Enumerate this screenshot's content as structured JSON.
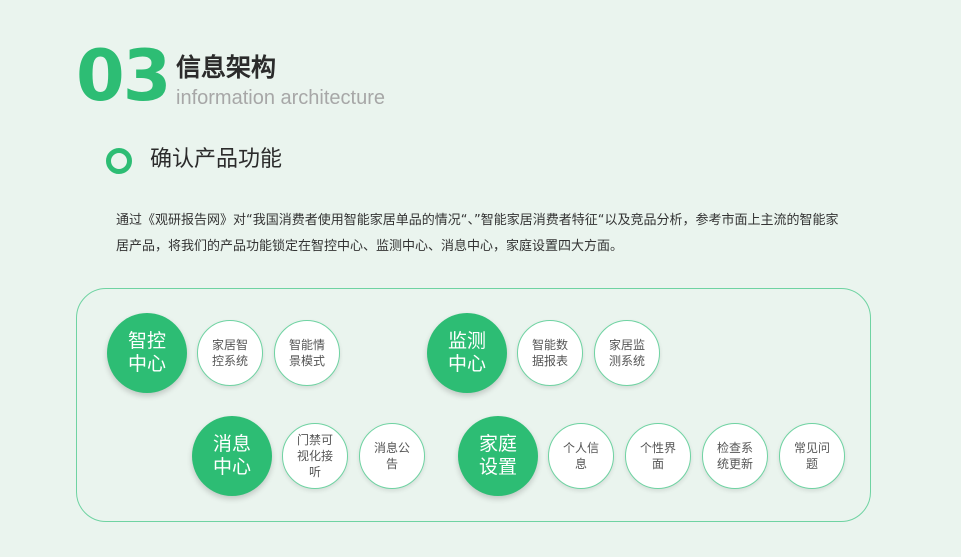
{
  "header": {
    "number": "03",
    "title_cn": "信息架构",
    "title_en": "information architecture"
  },
  "subheading": "确认产品功能",
  "description": "通过《观研报告网》对“我国消费者使用智能家居单品的情况“、”智能家居消费者特征“以及竞品分析，参考市面上主流的智能家居产品，将我们的产品功能锁定在智控中心、监测中心、消息中心，家庭设置四大方面。",
  "groups": [
    {
      "label": "智控中心",
      "items": [
        "家居智控系统",
        "智能情景模式"
      ]
    },
    {
      "label": "监测中心",
      "items": [
        "智能数据报表",
        "家居监测系统"
      ]
    },
    {
      "label": "消息中心",
      "items": [
        "门禁可视化接听",
        "消息公告"
      ]
    },
    {
      "label": "家庭设置",
      "items": [
        "个人信息",
        "个性界面",
        "检查系统更新",
        "常见问题"
      ]
    }
  ],
  "colors": {
    "accent": "#2dbd74",
    "border": "#6fd3a2",
    "background": "#eaf4ee"
  }
}
